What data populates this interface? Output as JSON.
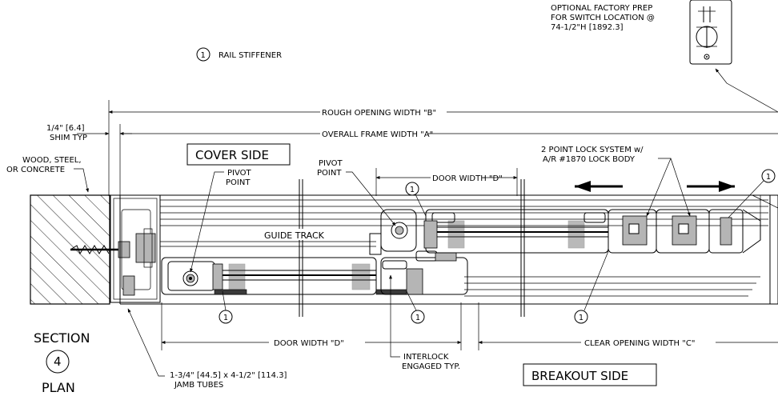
{
  "labels": {
    "optional_prep_1": "OPTIONAL FACTORY PREP",
    "optional_prep_2": "FOR SWITCH LOCATION @",
    "optional_prep_3": "74-1/2\"H [1892.3]",
    "rail_stiffener": "RAIL STIFFENER",
    "rail_stiffener_num": "1",
    "rough_opening": "ROUGH OPENING WIDTH \"B\"",
    "overall_frame": "OVERALL FRAME WIDTH \"A\"",
    "shim_1": "1/4\" [6.4]",
    "shim_2": "SHIM TYP",
    "wall_1": "WOOD, STEEL,",
    "wall_2": "OR CONCRETE",
    "cover_side": "COVER SIDE",
    "pivot_left_1": "PIVOT",
    "pivot_left_2": "POINT",
    "pivot_mid_1": "PIVOT",
    "pivot_mid_2": "POINT",
    "guide_track": "GUIDE TRACK",
    "lock_1": "2 POINT LOCK SYSTEM w/",
    "lock_2": "A/R #1870 LOCK BODY",
    "door_width_top": "DOOR WIDTH \"D\"",
    "door_width_bottom": "DOOR WIDTH \"D\"",
    "clear_opening": "CLEAR OPENING WIDTH \"C\"",
    "interlock_1": "INTERLOCK",
    "interlock_2": "ENGAGED TYP.",
    "jamb_1": "1-3/4\" [44.5] x 4-1/2\" [114.3]",
    "jamb_2": "JAMB TUBES",
    "breakout_side": "BREAKOUT SIDE",
    "section": "SECTION",
    "section_num": "4",
    "plan": "PLAN",
    "callout_num": "1"
  }
}
